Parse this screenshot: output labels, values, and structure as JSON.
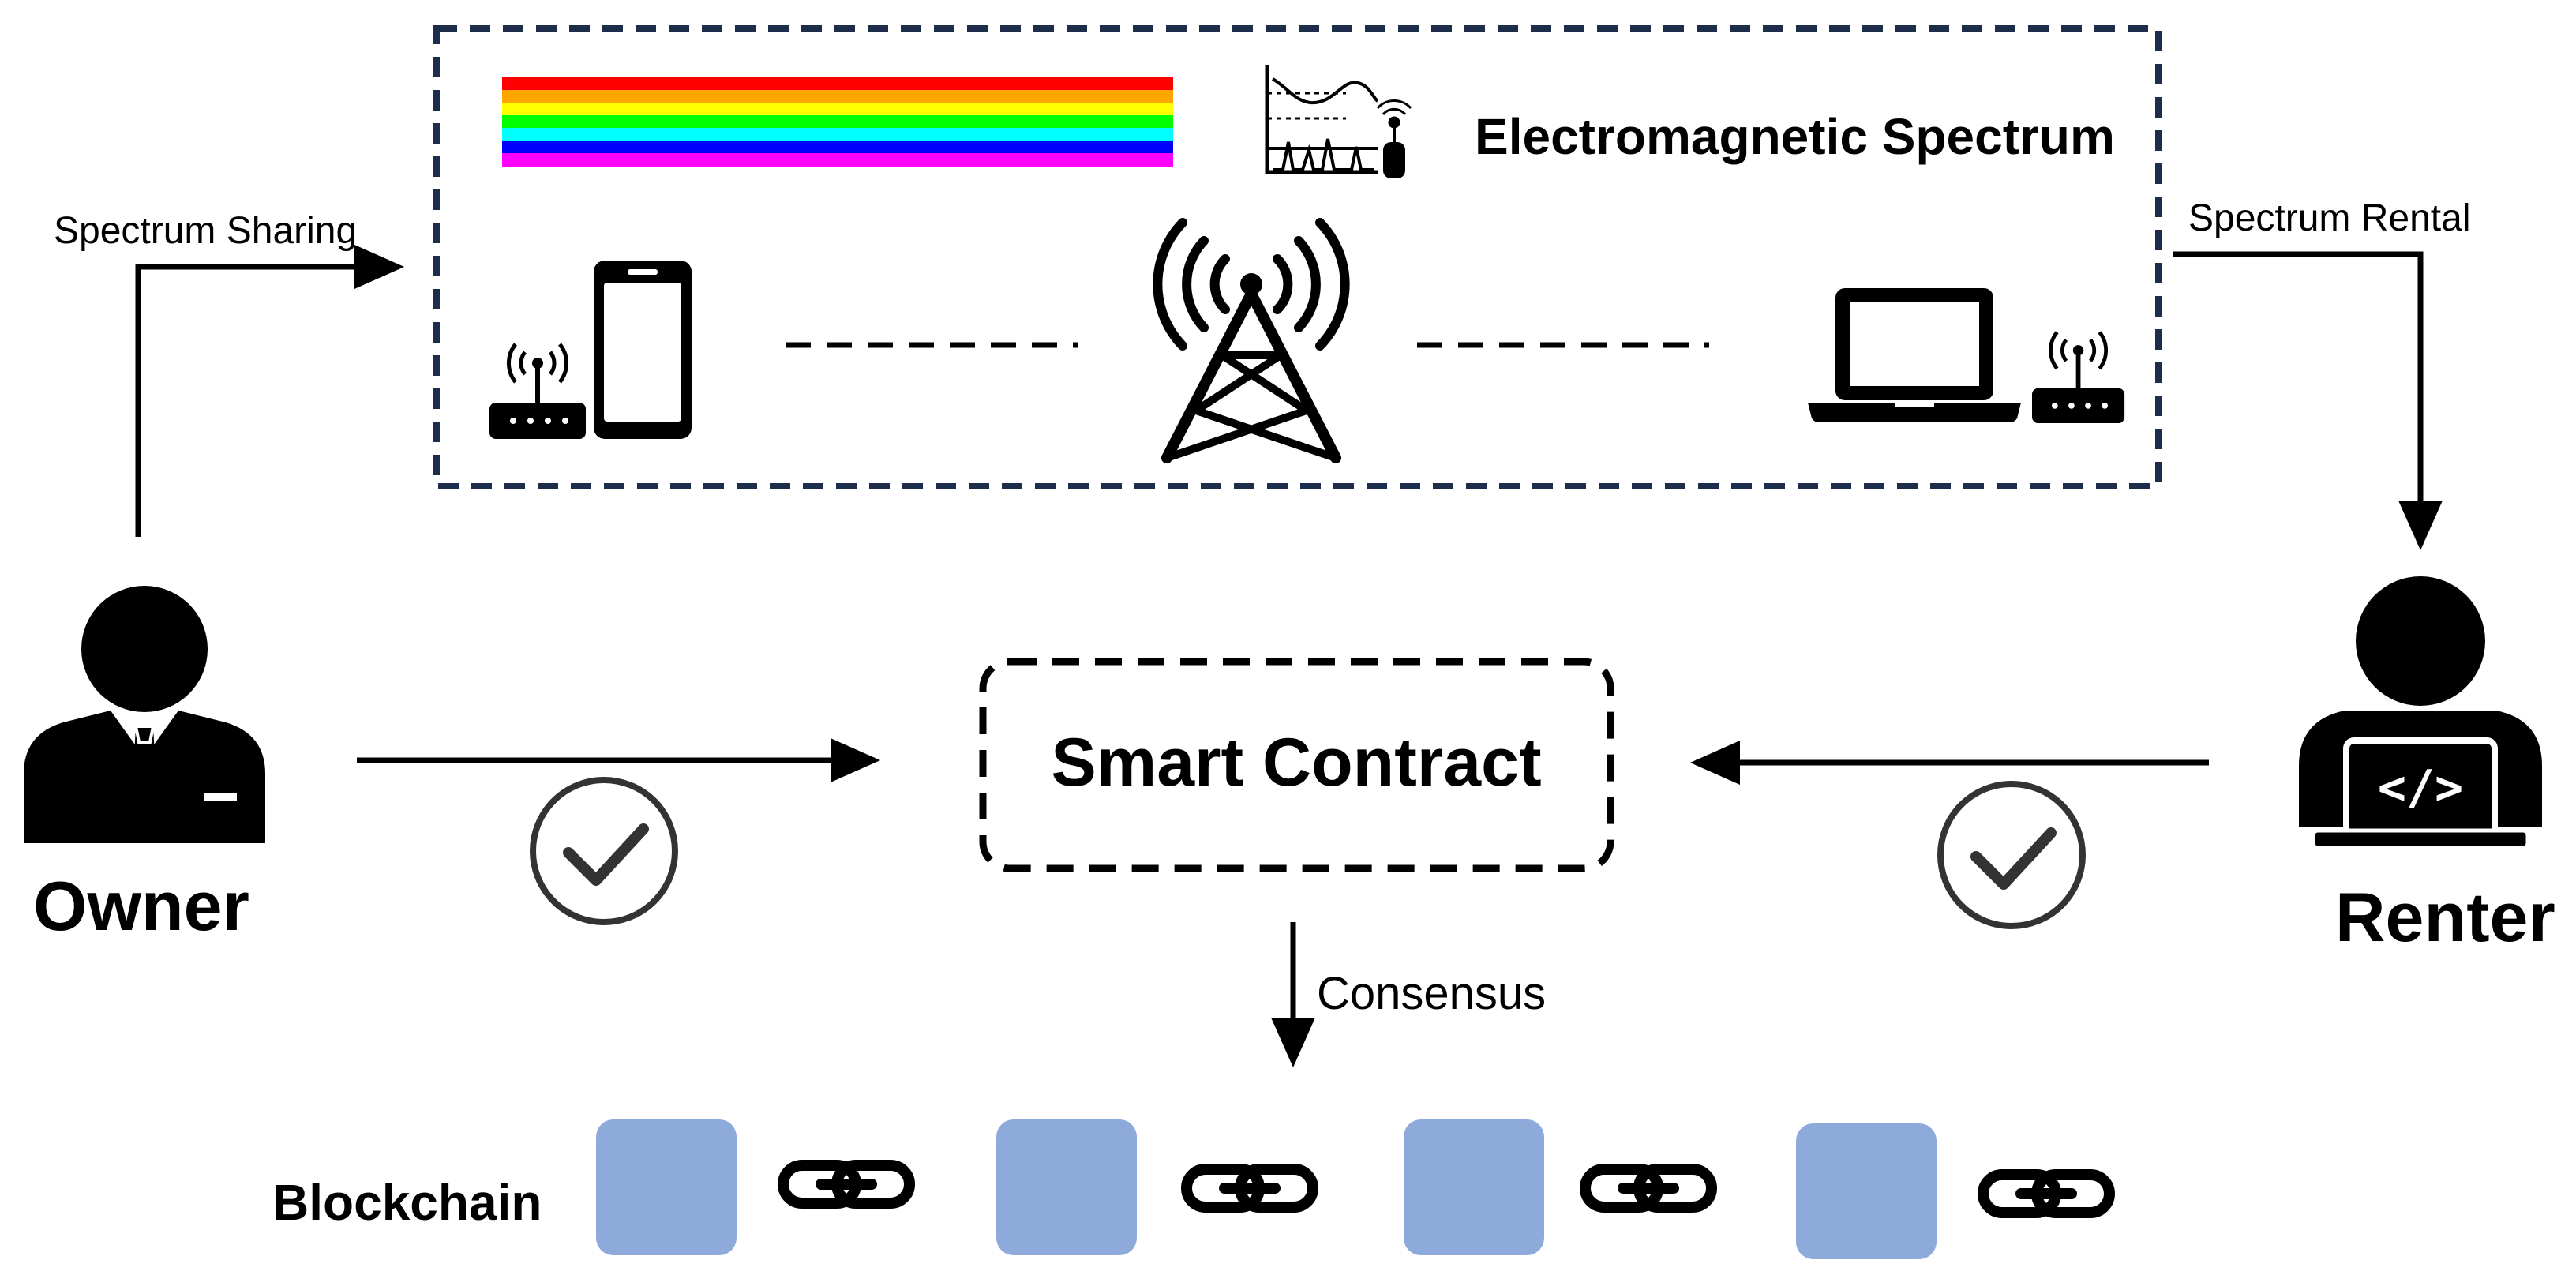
{
  "labels": {
    "spectrum_title": "Electromagnetic Spectrum",
    "spectrum_sharing": "Spectrum Sharing",
    "spectrum_rental": "Spectrum Rental",
    "smart_contract": "Smart Contract",
    "consensus": "Consensus",
    "blockchain": "Blockchain",
    "owner": "Owner",
    "renter": "Renter"
  },
  "colors": {
    "dashed_box": "#1f2d4d",
    "block_fill": "#8eaadb",
    "check_ring": "#333333",
    "spectrum_bands": [
      "#ff0000",
      "#ffa500",
      "#ffff00",
      "#00ff00",
      "#00ffff",
      "#0000ff",
      "#ff00ff"
    ]
  },
  "icons": {
    "spectrum_bar": "rainbow-spectrum-icon",
    "analyzer": "spectrum-analyzer-icon",
    "router_left": "wifi-router-icon",
    "phone": "smartphone-icon",
    "tower": "cell-tower-icon",
    "laptop": "laptop-icon",
    "router_right": "wifi-router-icon",
    "owner": "businessman-icon",
    "renter": "developer-icon",
    "check": "check-circle-icon",
    "chain": "chain-link-icon"
  },
  "blockchain_blocks": 4
}
